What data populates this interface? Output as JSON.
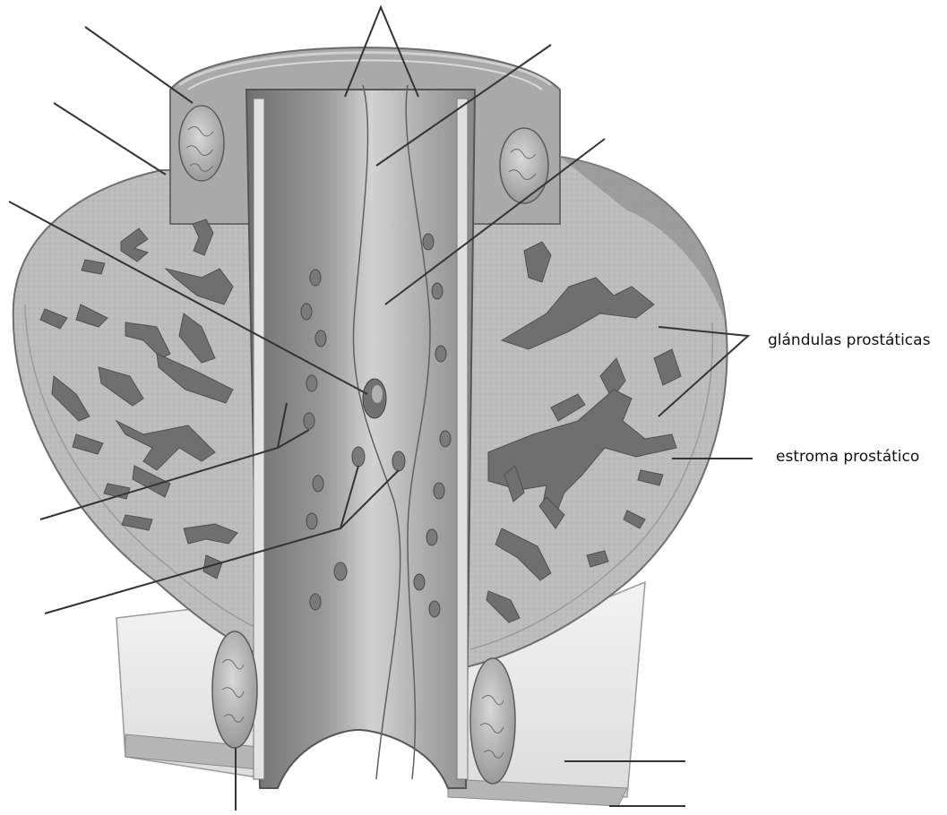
{
  "labels": {
    "prostatic_glands": "glándulas prostáticas",
    "prostatic_stroma": "estroma prostático"
  },
  "colors": {
    "stroma_fill": "#bdbdbd",
    "gland_fill": "#6f6f6f",
    "urethra_dark": "#7d7d7d",
    "urethra_light": "#c9c9c9",
    "capsule": "#8a8a8a",
    "leader_line": "#333333",
    "base_block": "#e4e4e4"
  },
  "icons": {
    "sphincter_muscle": "muscle-bundle-texture"
  }
}
